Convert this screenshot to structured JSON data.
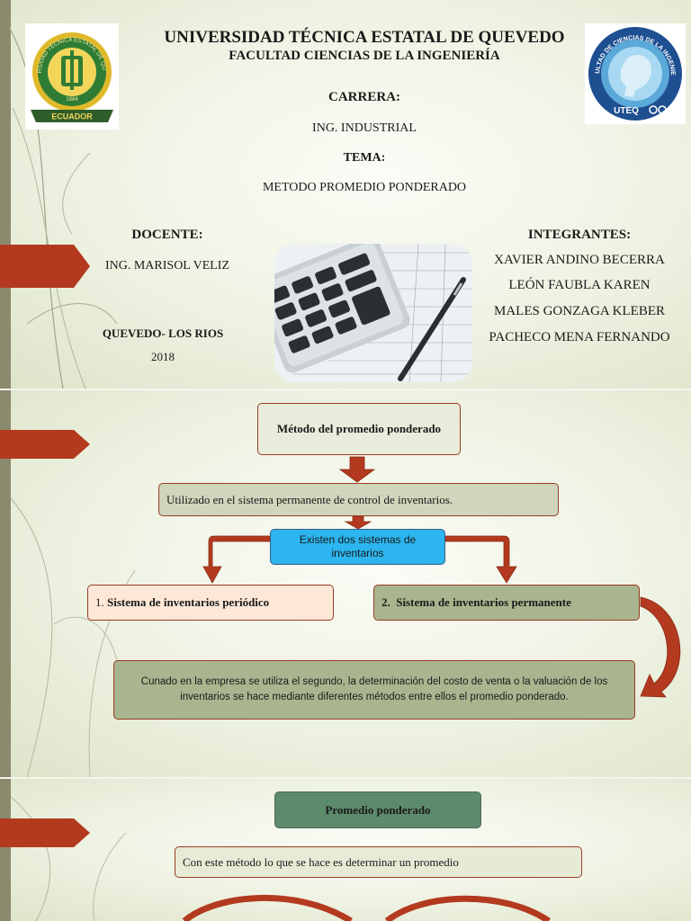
{
  "slide1": {
    "university": "UNIVERSIDAD TÉCNICA ESTATAL DE QUEVEDO",
    "faculty": "FACULTAD CIENCIAS DE LA INGENIERÍA",
    "carrera_label": "CARRERA:",
    "carrera_value": "ING. INDUSTRIAL",
    "tema_label": "TEMA:",
    "tema_value": "METODO PROMEDIO PONDERADO",
    "docente_label": "DOCENTE:",
    "docente_value": "ING. MARISOL VELIZ",
    "city": "QUEVEDO- LOS RIOS",
    "year": "2018",
    "integrantes_label": "INTEGRANTES:",
    "integrantes": [
      "XAVIER ANDINO BECERRA",
      "LEÓN FAUBLA KAREN",
      "MALES GONZAGA KLEBER",
      "PACHECO MENA FERNANDO"
    ],
    "logo_left": {
      "top": "UNIVERSIDAD TÉCNICA ESTATAL DE QUEVEDO",
      "banner": "ECUADOR",
      "year": "1984"
    },
    "logo_right": {
      "ring": "FACULTAD DE CIENCIAS DE LA INGENIERÍA",
      "brand": "UTEQ"
    }
  },
  "slide2": {
    "title_box": "Método del promedio ponderado",
    "box_utilizado": "Utilizado en el sistema permanente de control de inventarios.",
    "box_existen": "Existen dos sistemas de inventarios",
    "box_periodico_num": "1.",
    "box_periodico": "Sistema de inventarios periódico",
    "box_permanente_num": "2.",
    "box_permanente": "Sistema de inventarios permanente",
    "box_cunado": "Cunado en la empresa se utiliza el segundo, la determinación del costo de venta o la valuación de los inventarios se hace mediante diferentes métodos entre ellos el promedio ponderado."
  },
  "slide3": {
    "title_box": "Promedio ponderado",
    "box_metodo": "Con este método lo que se hace es determinar un promedio"
  },
  "colors": {
    "accent_red": "#b33a1f",
    "border_brown": "#9a3b22",
    "olive_box": "#a9b58e",
    "blue_box": "#2cb5ee",
    "teal_box": "#5e8a6c",
    "peach_box": "#fde8d8"
  }
}
